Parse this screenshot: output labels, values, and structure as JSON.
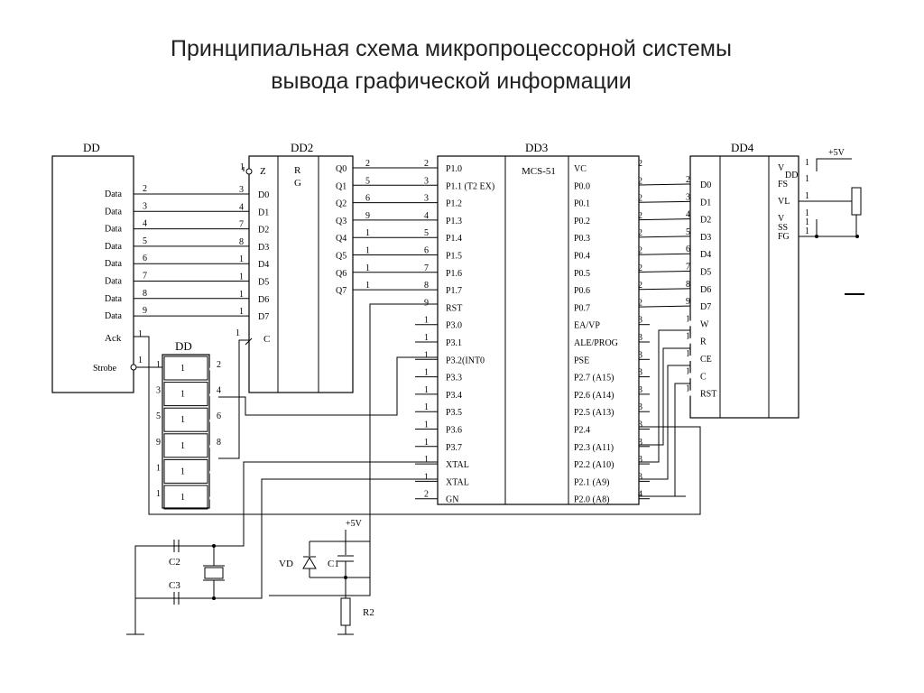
{
  "title": {
    "line1": "Принципиальная схема микропроцессорной системы",
    "line2": "вывода графической информации"
  },
  "dd_left": {
    "name": "DD",
    "data_labels": [
      "Data",
      "Data",
      "Data",
      "Data",
      "Data",
      "Data",
      "Data",
      "Data"
    ],
    "pins": [
      "2",
      "3",
      "4",
      "5",
      "6",
      "7",
      "8",
      "9"
    ],
    "ack": "Ack",
    "strobe": "Strobe",
    "ack_pin": "1",
    "strobe_pin": "1"
  },
  "dd2": {
    "name": "DD2",
    "rg": "R\nG",
    "rg1": "R",
    "rg2": "G",
    "z": "Z",
    "c": "C",
    "d_labels": [
      "D0",
      "D1",
      "D2",
      "D3",
      "D4",
      "D5",
      "D6",
      "D7"
    ],
    "in_pins": [
      "3",
      "4",
      "7",
      "8",
      "1",
      "1",
      "1",
      "1"
    ],
    "z_pin": "1",
    "c_pin": "1",
    "q_labels": [
      "Q0",
      "Q1",
      "Q2",
      "Q3",
      "Q4",
      "Q5",
      "Q6",
      "Q7"
    ],
    "out_pins": [
      "2",
      "5",
      "6",
      "9",
      "1",
      "1",
      "1",
      "1"
    ]
  },
  "dd_inv": {
    "name": "DD",
    "gate_label": "1",
    "in_pins": [
      "1",
      "3",
      "5",
      "9",
      "1",
      "1"
    ],
    "out_pins": [
      "2",
      "4",
      "6",
      "8",
      "",
      ""
    ]
  },
  "dd3": {
    "name": "DD3",
    "chip": "MCS-51",
    "left_labels": [
      "P1.0",
      "P1.1 (T2 EX)",
      "P1.2",
      "P1.3",
      "P1.4",
      "P1.5",
      "P1.6",
      "P1.7",
      "RST",
      "P3.0",
      "P3.1",
      "P3.2(INT0",
      "P3.3",
      "P3.4",
      "P3.5",
      "P3.6",
      "P3.7",
      "XTAL",
      "XTAL",
      "GN"
    ],
    "left_pins": [
      "2",
      "3",
      "3",
      "4",
      "5",
      "6",
      "7",
      "8",
      "9",
      "1",
      "1",
      "1",
      "1",
      "1",
      "1",
      "1",
      "1",
      "1",
      "1",
      "2"
    ],
    "right_labels": [
      "VC",
      "P0.0",
      "P0.1",
      "P0.2",
      "P0.3",
      "P0.4",
      "P0.5",
      "P0.6",
      "P0.7",
      "EA/VP",
      "ALE/PROG",
      "PSE",
      "P2.7 (A15)",
      "P2.6 (A14)",
      "P2.5 (A13)",
      "P2.4",
      "P2.3 (A11)",
      "P2.2 (A10)",
      "P2.1 (A9)",
      "P2.0 (A8)"
    ],
    "right_pins": [
      "2",
      "2",
      "2",
      "2",
      "2",
      "2",
      "2",
      "2",
      "2",
      "3",
      "3",
      "3",
      "3",
      "3",
      "3",
      "3",
      "3",
      "3",
      "3",
      "4"
    ]
  },
  "dd4": {
    "name": "DD4",
    "dd": "DD",
    "left_labels": [
      "D0",
      "D1",
      "D2",
      "D3",
      "D4",
      "D5",
      "D6",
      "D7",
      "W",
      "R",
      "CE",
      "C",
      "RST"
    ],
    "left_pins": [
      "2",
      "3",
      "4",
      "5",
      "6",
      "7",
      "8",
      "9",
      "1",
      "1",
      "1",
      "1",
      "1"
    ],
    "right_labels": [
      "V",
      "FS",
      "VL",
      "V",
      "SS",
      "FG"
    ],
    "right_pins": [
      "1",
      "1",
      "1",
      "1",
      "1",
      "1"
    ]
  },
  "power": {
    "plus5v_top": "+5V",
    "plus5v_bottom": "+5V"
  },
  "components": {
    "c2": "C2",
    "c3": "C3",
    "vd": "VD",
    "c1": "C1",
    "r2": "R2"
  }
}
